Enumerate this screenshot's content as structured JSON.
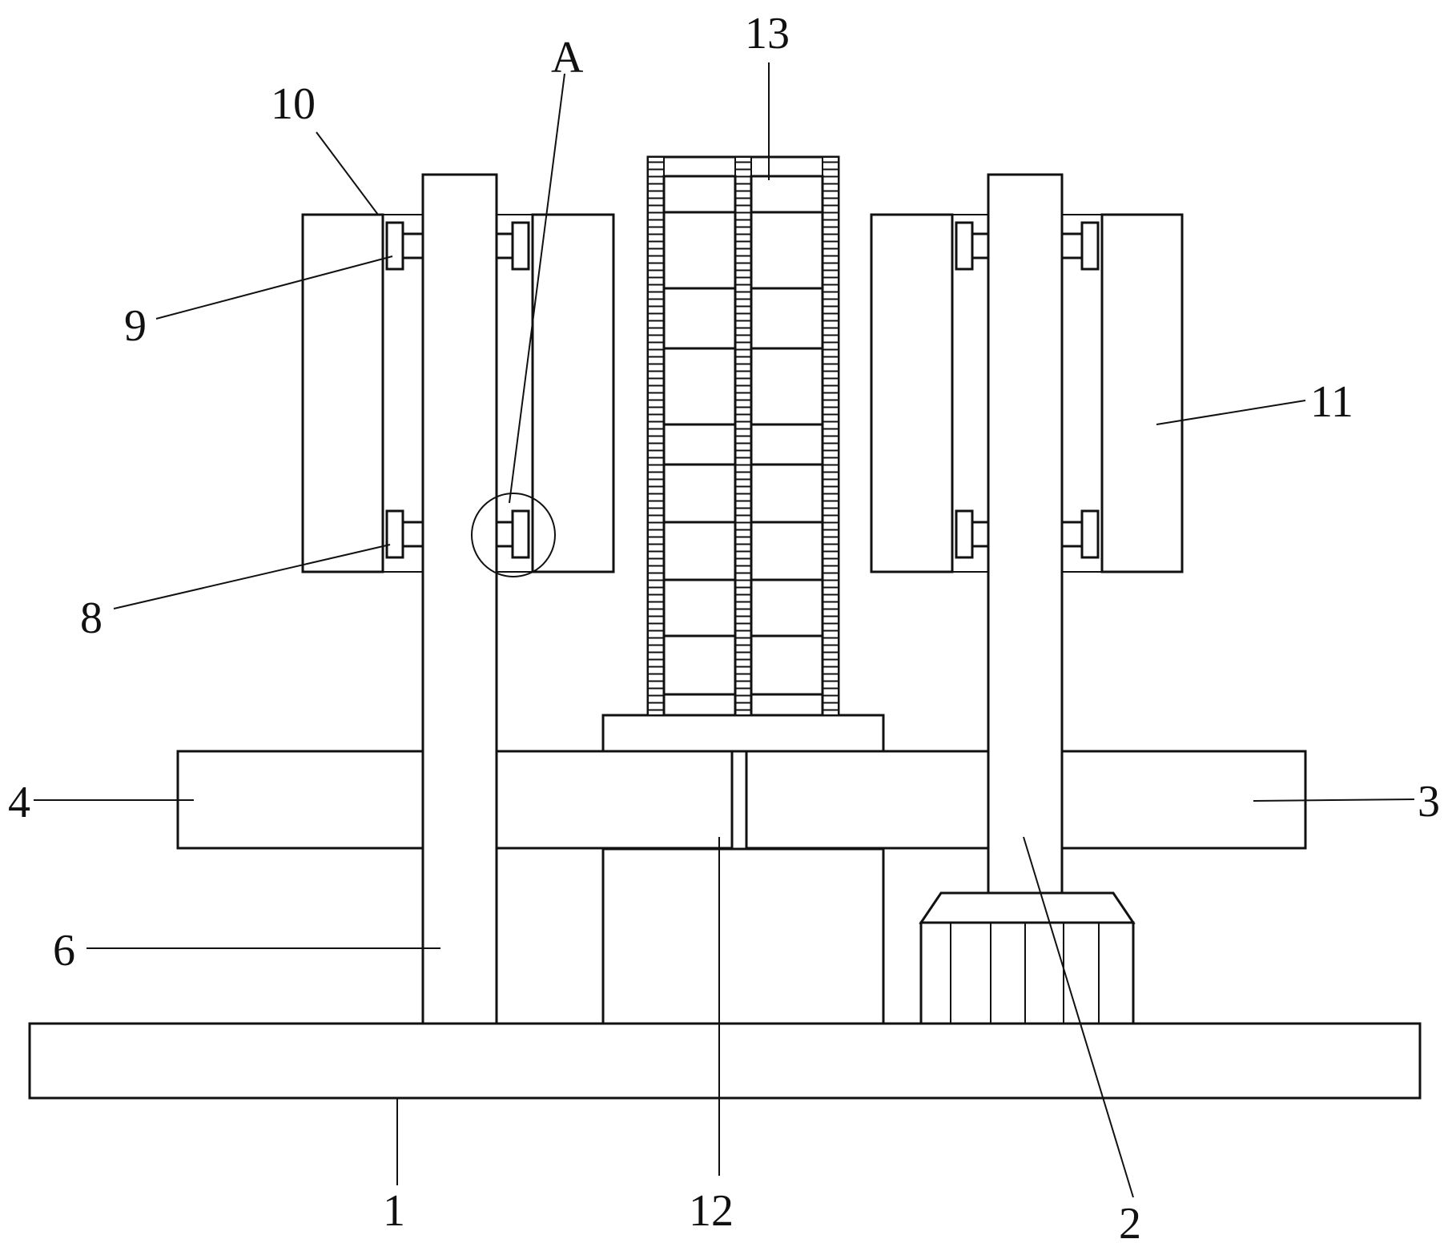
{
  "figure": {
    "callouts": {
      "label_1": "1",
      "label_2": "2",
      "label_3": "3",
      "label_4": "4",
      "label_6": "6",
      "label_8": "8",
      "label_9": "9",
      "label_10": "10",
      "label_11": "11",
      "label_12": "12",
      "label_13": "13",
      "label_a": "A"
    }
  }
}
